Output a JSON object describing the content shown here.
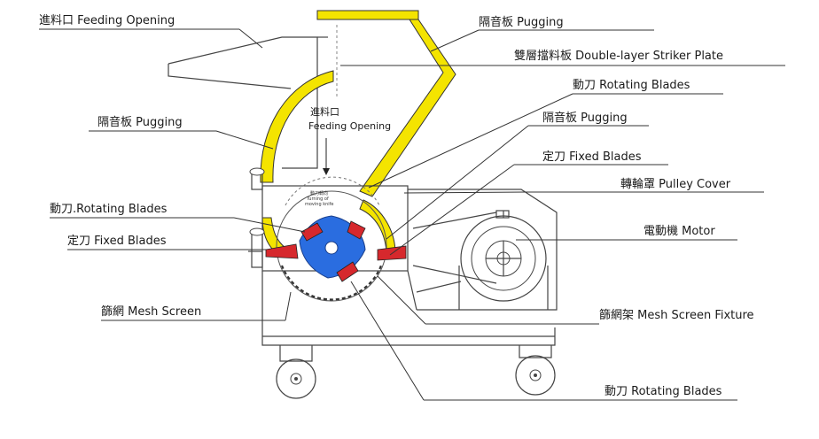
{
  "labels": {
    "feeding_opening_top": "進料口 Feeding Opening",
    "pugging_top_right": "隔音板 Pugging",
    "striker_plate": "雙層擋料板 Double-layer Striker Plate",
    "rotating_blades_top": "動刀 Rotating Blades",
    "pugging_left": "隔音板 Pugging",
    "feeding_opening_inner_zh": "進料口",
    "feeding_opening_inner_en": "Feeding Opening",
    "pugging_right": "隔音板 Pugging",
    "fixed_blades_right": "定刀 Fixed Blades",
    "pulley_cover": "轉輪罩 Pulley Cover",
    "rotating_blades_left": "動刀.Rotating Blades",
    "motor": "電動機 Motor",
    "fixed_blades_left": "定刀 Fixed Blades",
    "mesh_screen": "篩網 Mesh Screen",
    "mesh_screen_fixture": "篩網架 Mesh Screen Fixture",
    "rotating_blades_bottom": "動刀 Rotating Blades",
    "rotor_note_1": "動刀轉向",
    "rotor_note_2": "Turning of",
    "rotor_note_3": "moving knife"
  },
  "colors": {
    "pugging": "#f4e400",
    "rotor": "#2a6de0",
    "blade": "#d6282d"
  }
}
